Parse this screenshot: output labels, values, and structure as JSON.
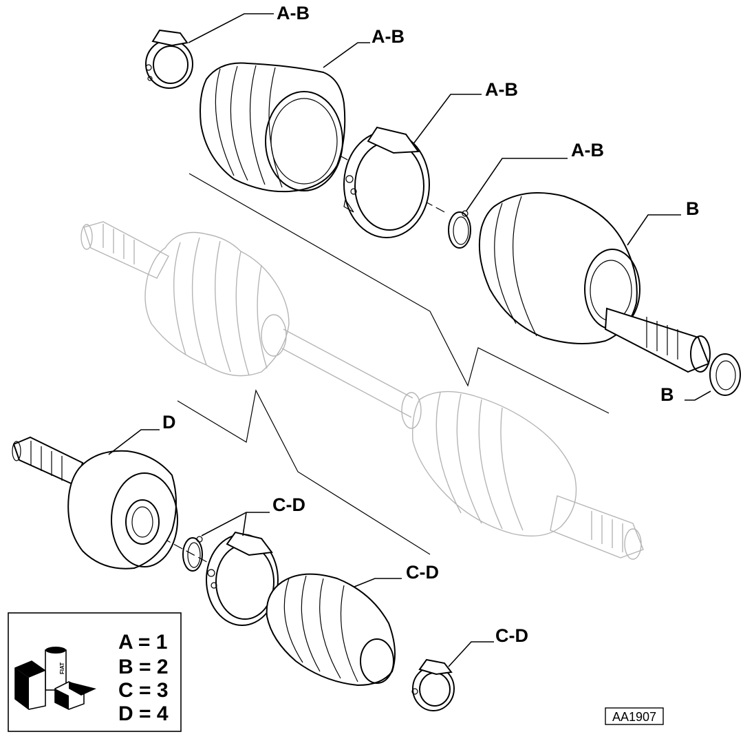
{
  "callouts": {
    "clip_small_top": "A-B",
    "boot_top": "A-B",
    "clip_large_top": "A-B",
    "circlip_top": "A-B",
    "outer_joint": "B",
    "washer": "B",
    "inner_joint": "D",
    "clip_large_bottom": "C-D",
    "boot_bottom": "C-D",
    "clip_small_bottom": "C-D"
  },
  "legend": {
    "rows": [
      {
        "text": "A = 1"
      },
      {
        "text": "B = 2"
      },
      {
        "text": "C = 3"
      },
      {
        "text": "D = 4"
      }
    ],
    "icon": "fiat-grease-kit-icon"
  },
  "reference_code": "AA1907"
}
